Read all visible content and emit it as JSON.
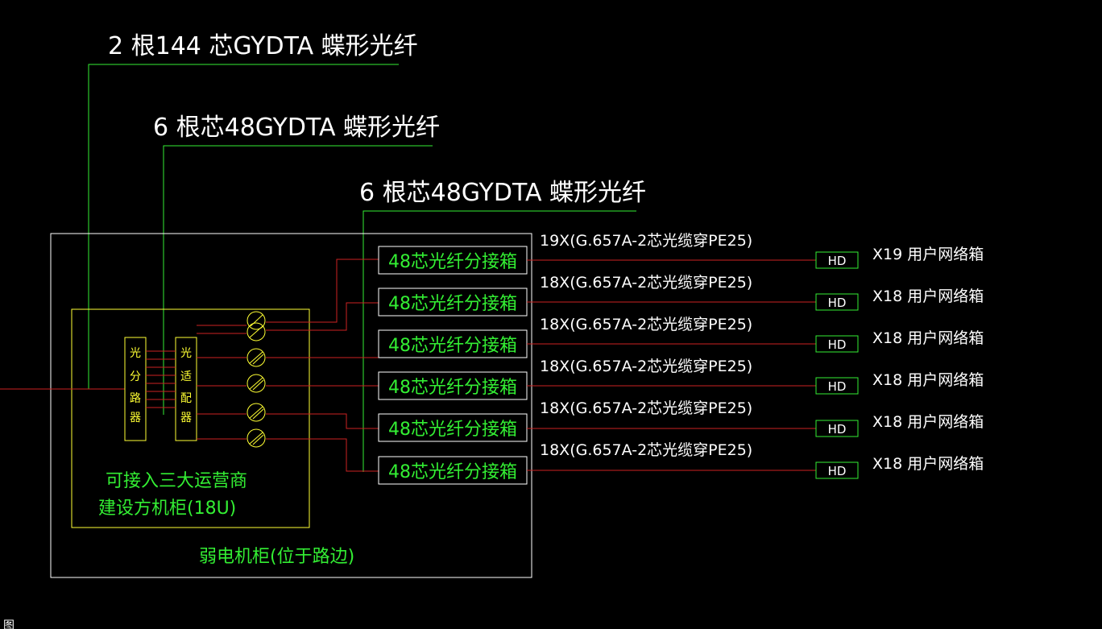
{
  "cables": [
    {
      "label": "2 根144  芯GYDTA   蝶形光纤"
    },
    {
      "label": "6 根芯48GYDTA    蝶形光纤"
    },
    {
      "label": "6 根芯48GYDTA    蝶形光纤"
    }
  ],
  "outer_cabinet_label": "弱电机柜(位于路边)",
  "inner_cabinet_label": [
    "可接入三大运营商",
    "建设方机柜(18U)"
  ],
  "splitter_label": [
    "光",
    "分",
    "路",
    "器"
  ],
  "adapter_label": [
    "光",
    "适",
    "配",
    "器"
  ],
  "boxes": [
    {
      "label": "48芯光纤分接箱",
      "cable": "19X(G.657A-2芯光缆穿PE25)",
      "hd": "HD",
      "dest": "X19  用户网络箱"
    },
    {
      "label": "48芯光纤分接箱",
      "cable": "18X(G.657A-2芯光缆穿PE25)",
      "hd": "HD",
      "dest": "X18  用户网络箱"
    },
    {
      "label": "48芯光纤分接箱",
      "cable": "18X(G.657A-2芯光缆穿PE25)",
      "hd": "HD",
      "dest": "X18  用户网络箱"
    },
    {
      "label": "48芯光纤分接箱",
      "cable": "18X(G.657A-2芯光缆穿PE25)",
      "hd": "HD",
      "dest": "X18  用户网络箱"
    },
    {
      "label": "48芯光纤分接箱",
      "cable": "18X(G.657A-2芯光缆穿PE25)",
      "hd": "HD",
      "dest": "X18  用户网络箱"
    },
    {
      "label": "48芯光纤分接箱",
      "cable": "18X(G.657A-2芯光缆穿PE25)",
      "hd": "HD",
      "dest": "X18  用户网络箱"
    }
  ],
  "corner_label": "图",
  "colors": {
    "background": "#000000",
    "red": "#cc2222",
    "green": "#33ee33",
    "yellow": "#ffff33",
    "white": "#ffffff"
  }
}
